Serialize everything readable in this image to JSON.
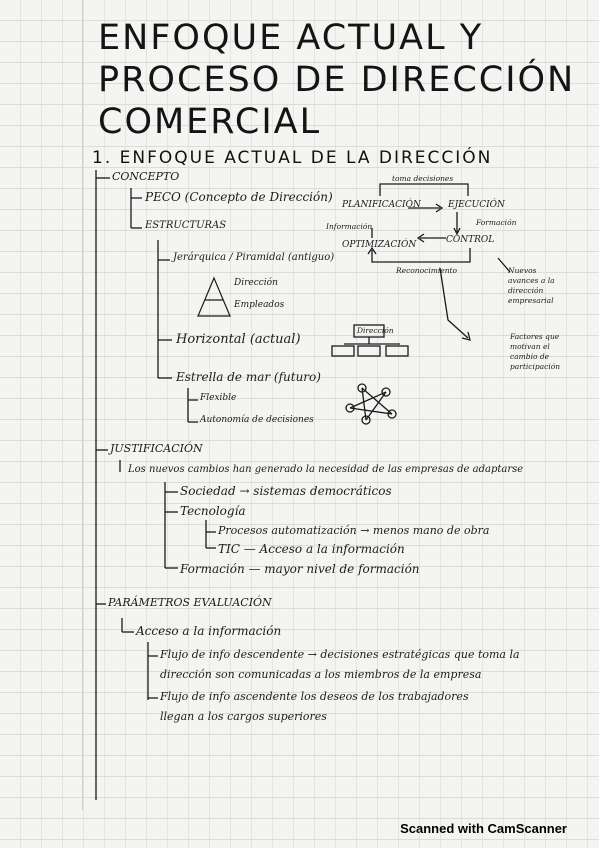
{
  "title": {
    "line1": "ENFOQUE ACTUAL Y",
    "line2": "PROCESO DE DIRECCIÓN",
    "line3": "COMERCIAL"
  },
  "section1": {
    "heading": "1. ENFOQUE ACTUAL DE LA DIRECCIÓN",
    "concepto": "CONCEPTO",
    "peco": "PECO (Concepto de Dirección)",
    "estructuras": "ESTRUCTURAS",
    "jerarquica": "Jerárquica / Piramidal (antiguo)",
    "direccion": "Dirección",
    "empleados": "Empleados",
    "horizontal": "Horizontal (actual)",
    "box_label": "Dirección",
    "estrella": "Estrella de mar (futuro)",
    "flexible": "Flexible",
    "autonomia": "Autonomía de decisiones"
  },
  "diagram": {
    "toma_decisiones": "toma decisiones",
    "planificacion": "PLANIFICACIÓN",
    "ejecucion": "EJECUCIÓN",
    "informacion": "Información",
    "optimizacion": "OPTIMIZACIÓN",
    "control": "CONTROL",
    "formacion": "Formación",
    "reconocimiento": "Reconocimiento",
    "note1": "Nuevos avances a la dirección empresarial",
    "note2": "Factores que motivan el cambio de participación"
  },
  "justificacion": {
    "heading": "JUSTIFICACIÓN",
    "intro": "Los nuevos cambios han generado la necesidad de las empresas de adaptarse",
    "sociedad": "Sociedad → sistemas democráticos",
    "tecnologia": "Tecnología",
    "procesos": "Procesos automatización → menos mano de obra",
    "tic": "TIC — Acceso a la información",
    "formacion": "Formación — mayor nivel de formación"
  },
  "parametros": {
    "heading": "PARÁMETROS EVALUACIÓN",
    "acceso": "Acceso a la información",
    "flujo_desc_1": "Flujo de info descendente → decisiones estratégicas que toma la",
    "flujo_desc_2": "dirección son comunicadas a los miembros de la empresa",
    "flujo_asc_1": "Flujo de info ascendente los deseos de los trabajadores",
    "flujo_asc_2": "llegan a los cargos superiores"
  },
  "footer": "Scanned with CamScanner"
}
